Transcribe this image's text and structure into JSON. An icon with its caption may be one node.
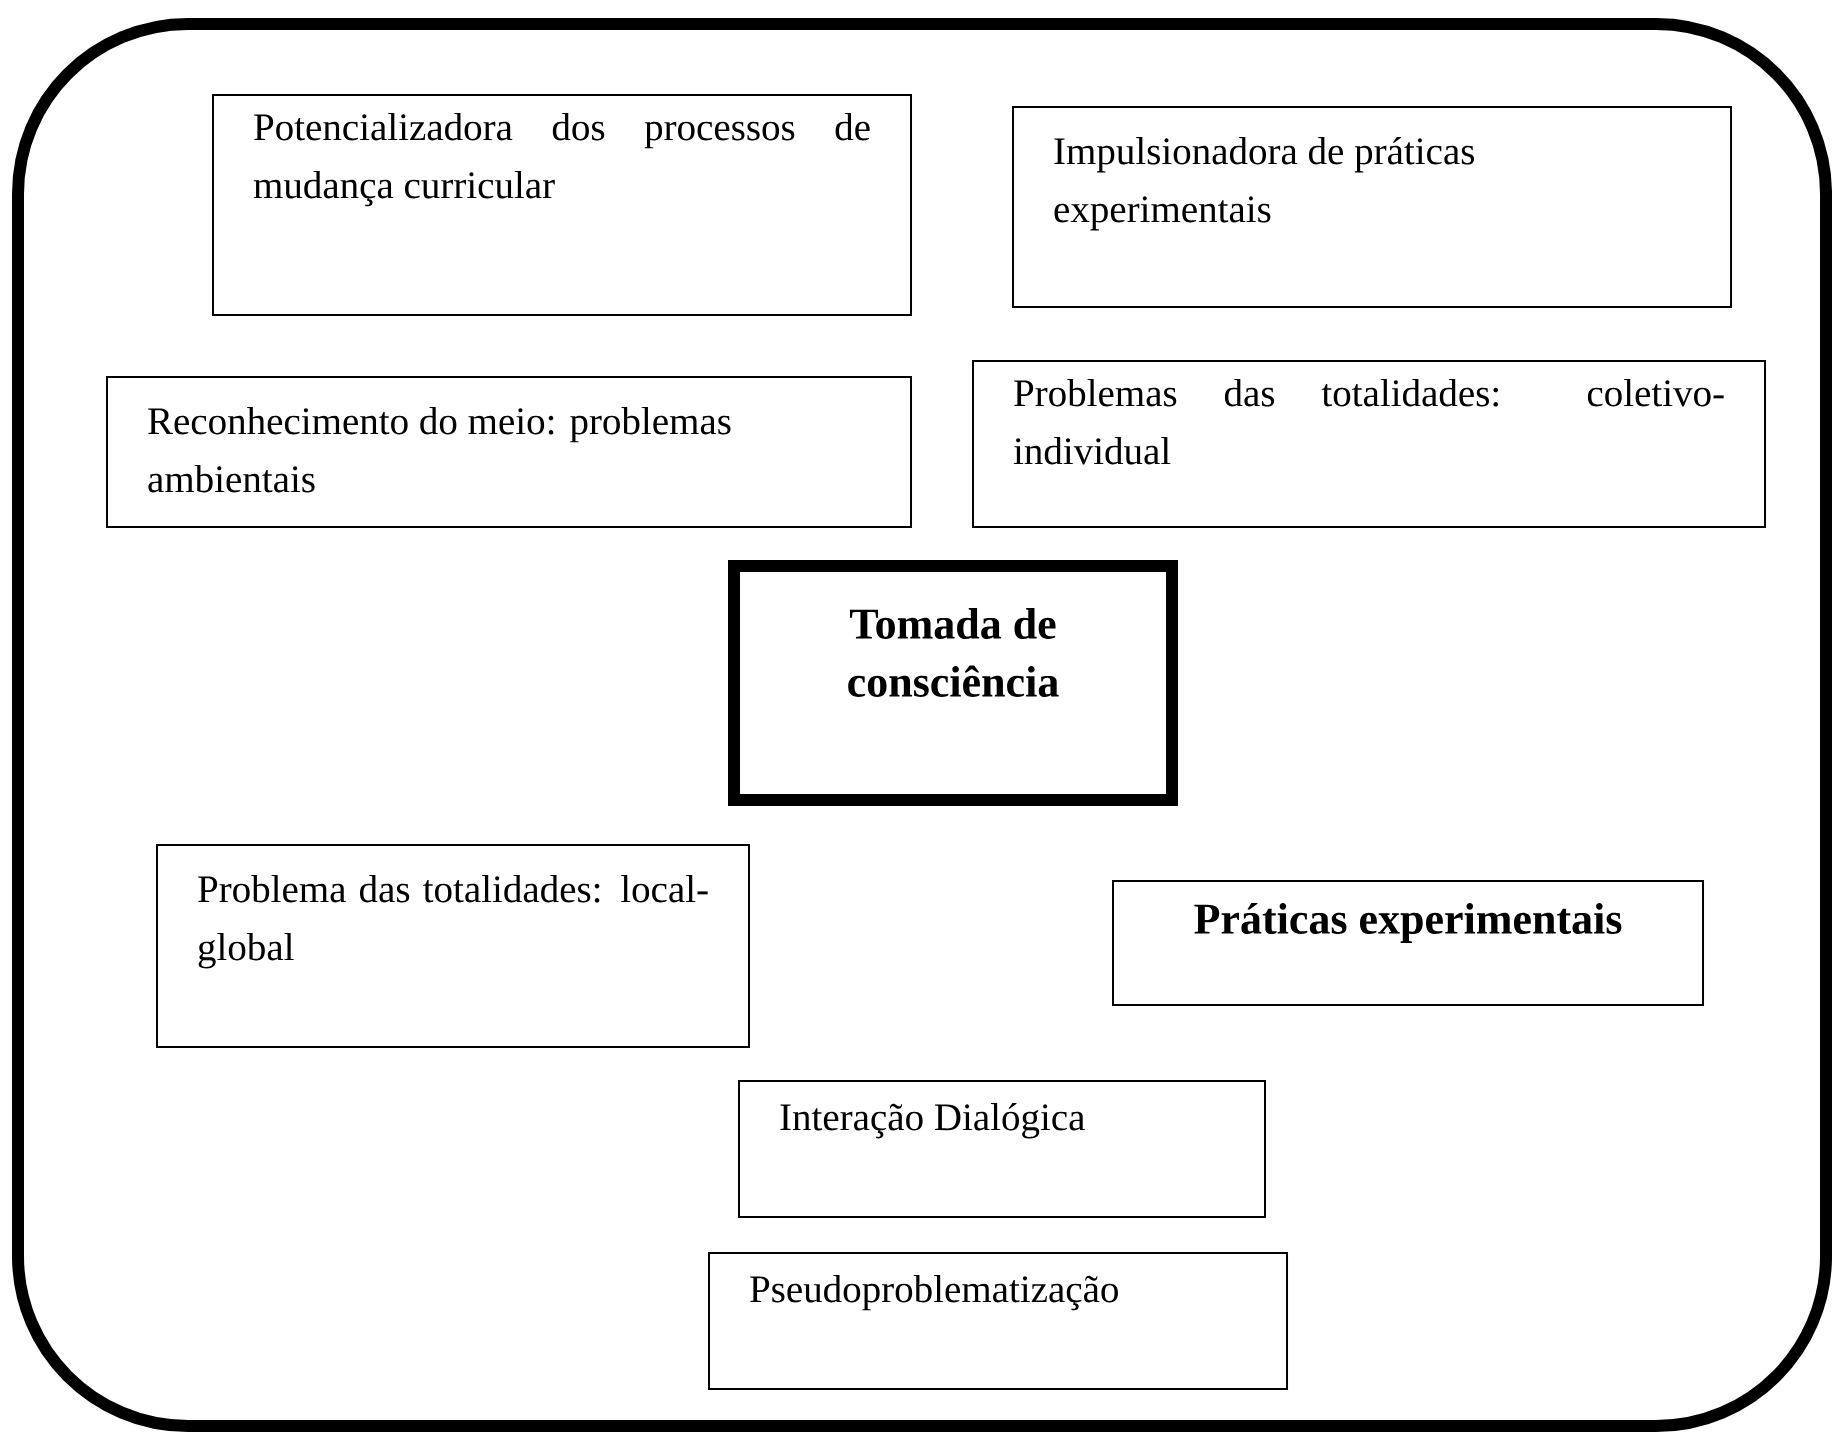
{
  "diagram": {
    "nodes": [
      {
        "text": [
          "Potencializadora dos processos de mudança curricular"
        ]
      },
      {
        "text": [
          "Impulsionadora de práticas experimentais"
        ]
      },
      {
        "text": [
          "Reconhecimento do meio: problemas ambientais"
        ]
      },
      {
        "text": [
          "Problemas das totalidades: coletivo-individual"
        ]
      },
      {
        "text": [
          "Tomada de consciência"
        ]
      },
      {
        "text": [
          "Problema das totalidades: local-global"
        ]
      },
      {
        "text": [
          "Práticas experimentais"
        ]
      },
      {
        "text": [
          "Interação Dialógica"
        ]
      },
      {
        "text": [
          "Pseudoproblematização"
        ]
      }
    ]
  }
}
